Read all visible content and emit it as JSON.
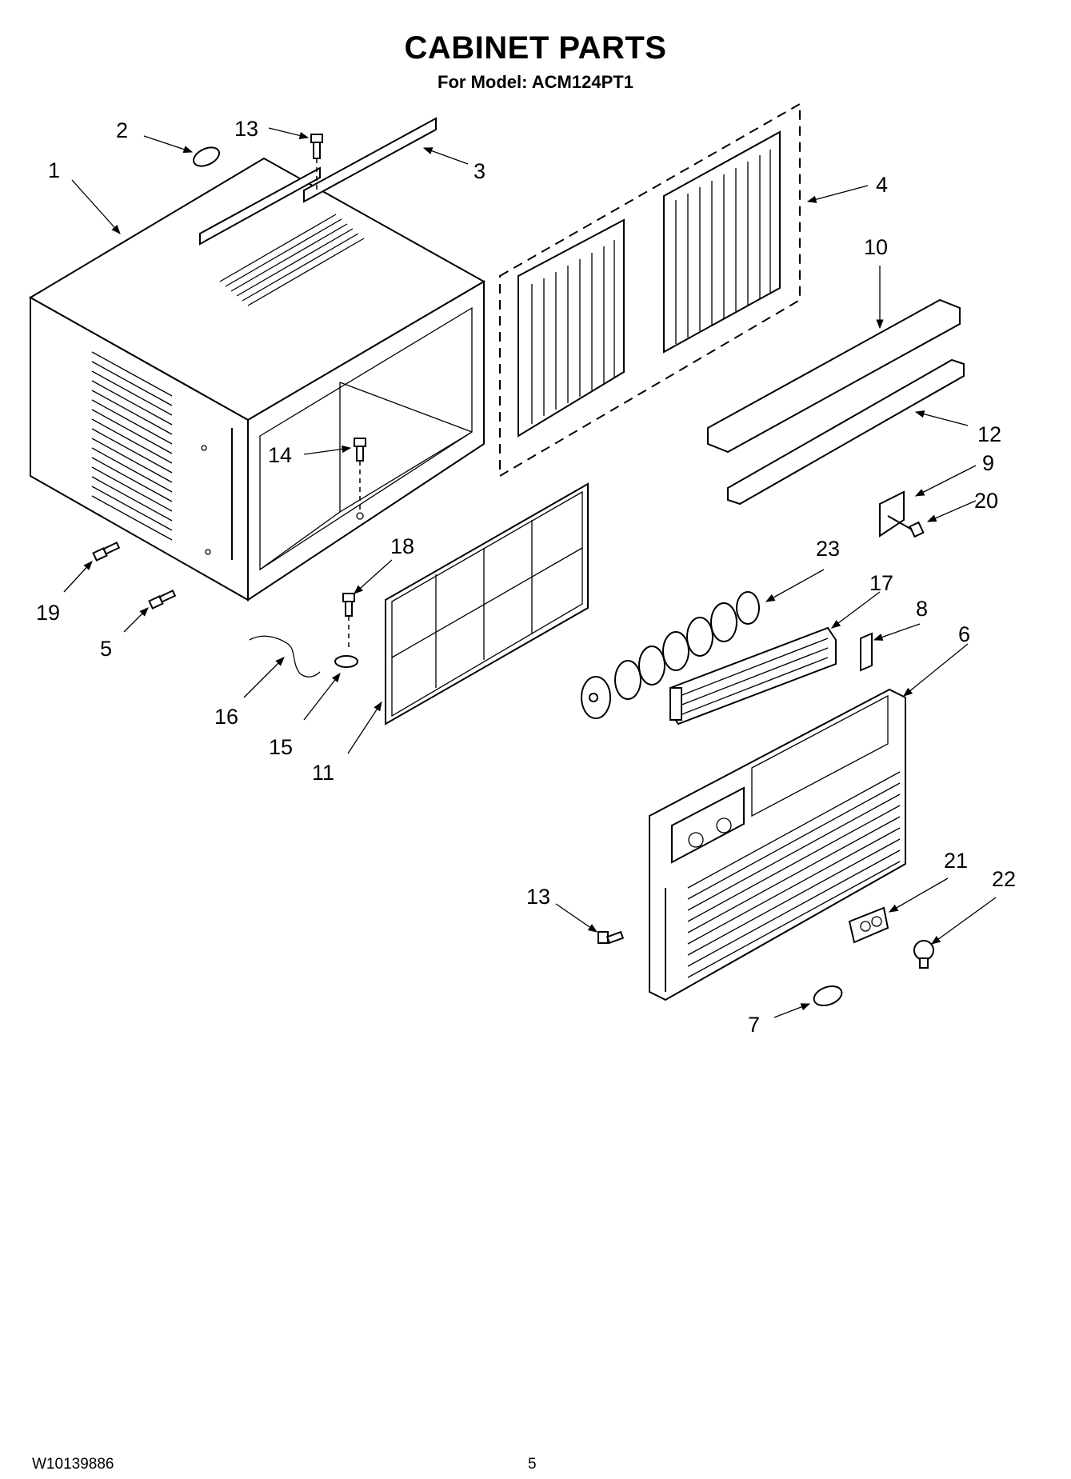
{
  "header": {
    "title": "CABINET PARTS",
    "subtitle": "For Model: ACM124PT1"
  },
  "footer": {
    "doc_number": "W10139886",
    "page_number": "5"
  },
  "callouts": {
    "c1": "1",
    "c2": "2",
    "c3": "3",
    "c4": "4",
    "c5": "5",
    "c6": "6",
    "c7": "7",
    "c8": "8",
    "c9": "9",
    "c10": "10",
    "c11": "11",
    "c12": "12",
    "c13a": "13",
    "c13b": "13",
    "c14": "14",
    "c15": "15",
    "c16": "16",
    "c17": "17",
    "c18": "18",
    "c19": "19",
    "c20": "20",
    "c21": "21",
    "c22": "22",
    "c23": "23"
  }
}
